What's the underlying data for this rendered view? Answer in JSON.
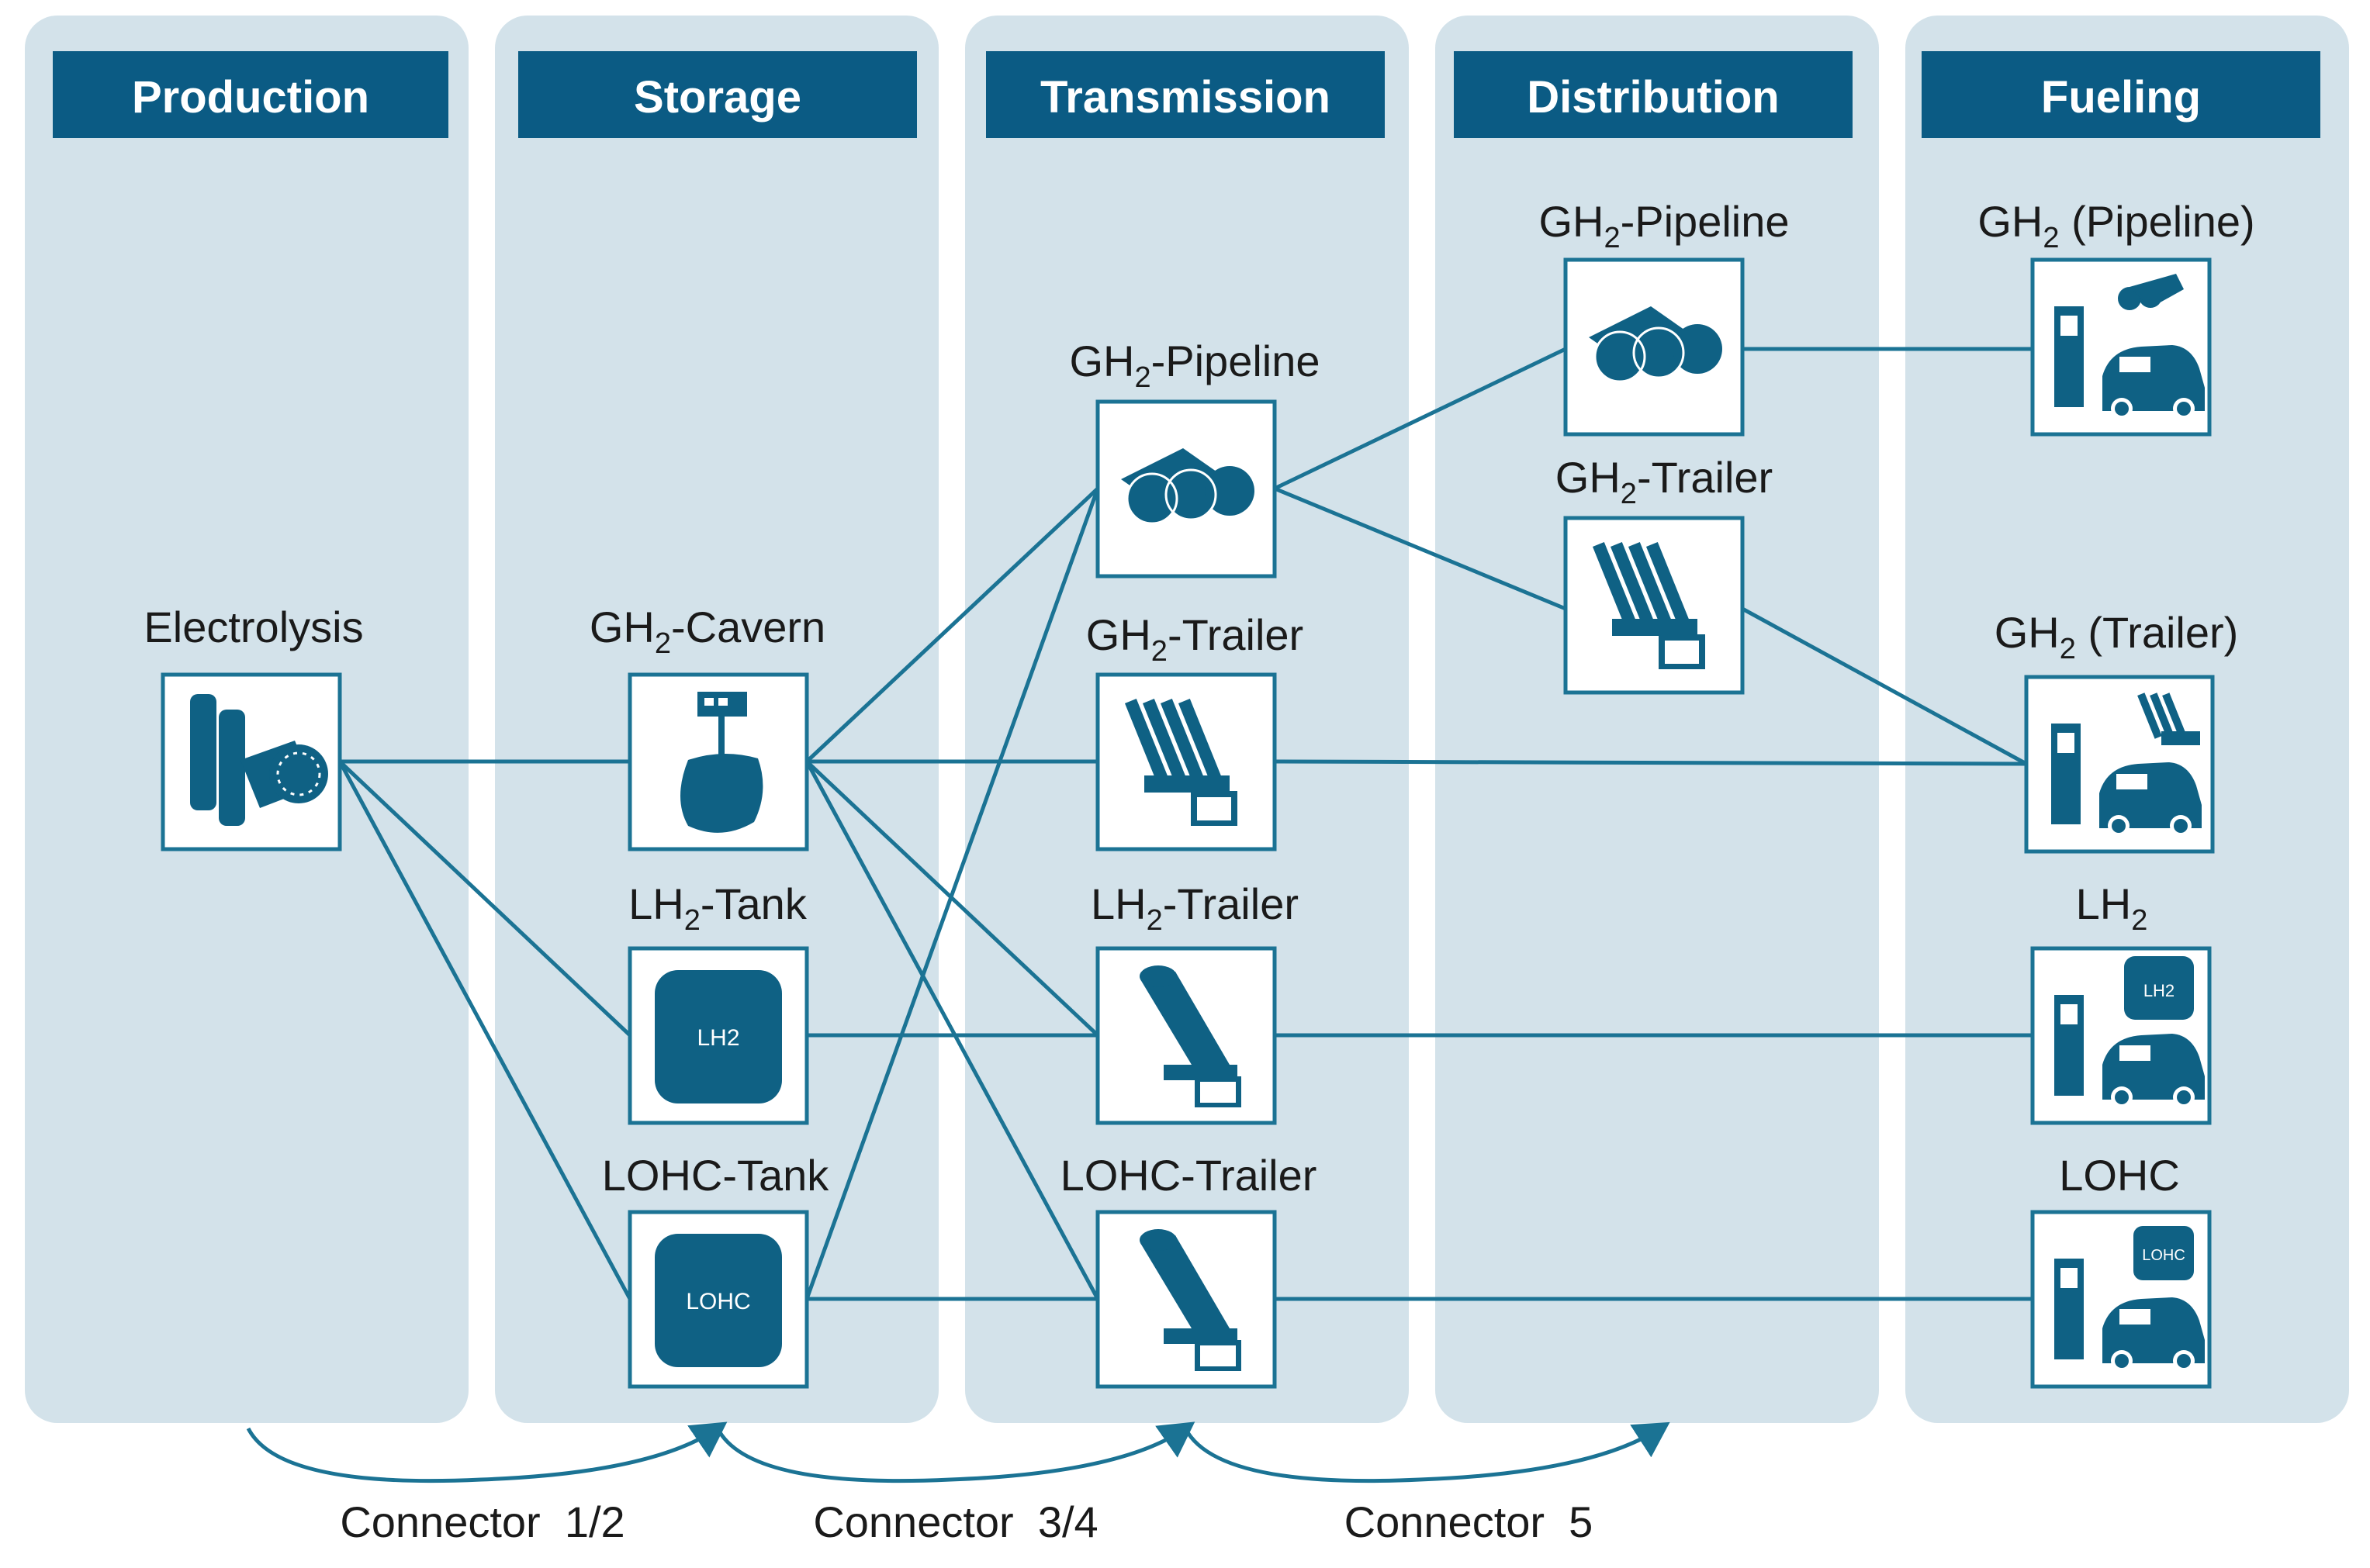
{
  "columns": {
    "production": "Production",
    "storage": "Storage",
    "transmission": "Transmission",
    "distribution": "Distribution",
    "fueling": "Fueling"
  },
  "nodes": {
    "electrolysis": "Electrolysis",
    "gh2_cavern": {
      "pre": "GH",
      "sub": "2",
      "post": "-Cavern"
    },
    "lh2_tank": {
      "pre": "LH",
      "sub": "2",
      "post": "-Tank"
    },
    "lohc_tank": "LOHC-Tank",
    "tm_gh2_pipeline": {
      "pre": "GH",
      "sub": "2",
      "post": "-Pipeline"
    },
    "tm_gh2_trailer": {
      "pre": "GH",
      "sub": "2",
      "post": "-Trailer"
    },
    "tm_lh2_trailer": {
      "pre": "LH",
      "sub": "2",
      "post": "-Trailer"
    },
    "tm_lohc_trailer": "LOHC-Trailer",
    "ds_gh2_pipeline": {
      "pre": "GH",
      "sub": "2",
      "post": "-Pipeline"
    },
    "ds_gh2_trailer": {
      "pre": "GH",
      "sub": "2",
      "post": "-Trailer"
    },
    "fu_gh2_pipeline": {
      "pre": "GH",
      "sub": "2",
      "post": " (Pipeline)"
    },
    "fu_gh2_trailer": {
      "pre": "GH",
      "sub": "2",
      "post": " (Trailer)"
    },
    "fu_lh2": {
      "pre": "LH",
      "sub": "2",
      "post": ""
    },
    "fu_lohc": "LOHC"
  },
  "icon_text": {
    "lh2": "LH2",
    "lohc": "LOHC"
  },
  "connectors": {
    "c12": "Connector  1/2",
    "c34": "Connector  3/4",
    "c5": "Connector  5"
  },
  "colors": {
    "header": "#0b5b84",
    "column_background": "#d3e2ea",
    "line": "#1b7394",
    "icon": "#0f6184"
  }
}
